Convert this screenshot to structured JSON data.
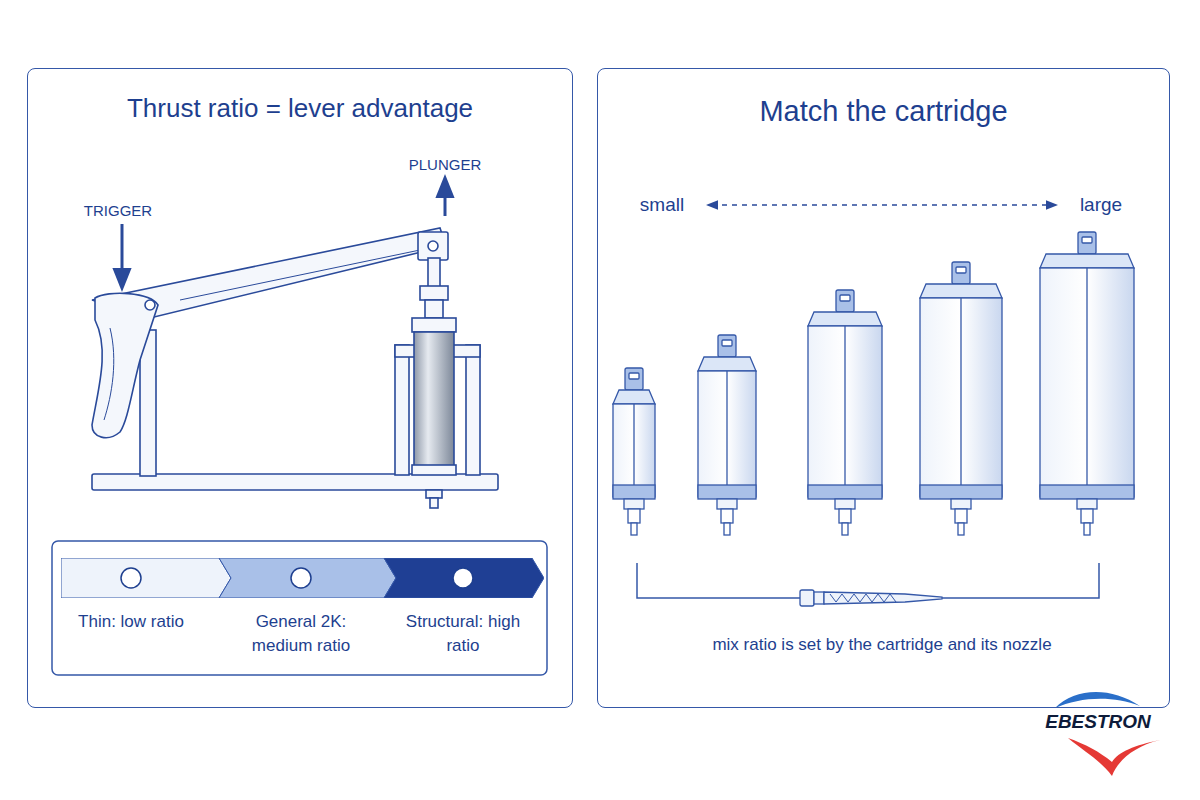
{
  "diagram": {
    "nodes": [
      {
        "text": [
          "Thrust ratio = lever advantage"
        ]
      },
      {
        "text": [
          "Thin: low ratio"
        ],
        "in": 0
      },
      {
        "text": [
          "General 2K: medium ratio"
        ],
        "in": 0
      },
      {
        "text": [
          "Structural: high ratio"
        ],
        "in": 0
      },
      {
        "text": [
          "Match the cartridge"
        ]
      }
    ],
    "labels": [
      "TRIGGER",
      "PLUNGER",
      "small",
      "large",
      "mix ratio is set by the cartridge and its nozzle",
      "EBESTRON"
    ]
  }
}
